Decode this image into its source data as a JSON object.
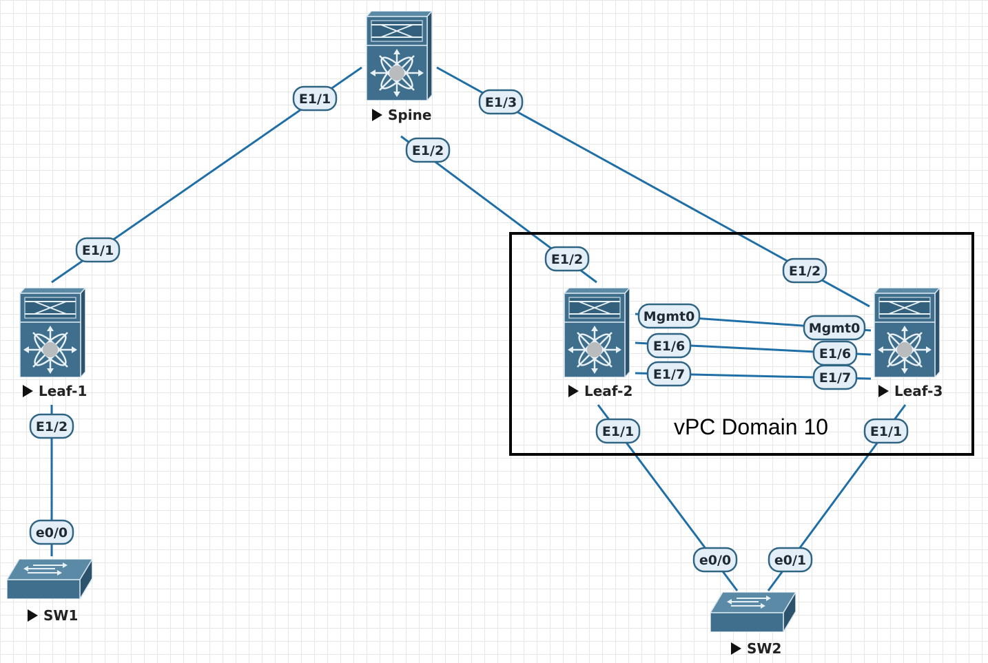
{
  "domain": {
    "label": "vPC Domain 10"
  },
  "nodes": [
    {
      "id": "spine",
      "label": "Spine",
      "type": "nexus"
    },
    {
      "id": "leaf1",
      "label": "Leaf-1",
      "type": "nexus"
    },
    {
      "id": "leaf2",
      "label": "Leaf-2",
      "type": "nexus"
    },
    {
      "id": "leaf3",
      "label": "Leaf-3",
      "type": "nexus"
    },
    {
      "id": "sw1",
      "label": "SW1",
      "type": "l2switch"
    },
    {
      "id": "sw2",
      "label": "SW2",
      "type": "l2switch"
    }
  ],
  "links": [
    {
      "id": "spine-leaf1",
      "from": "spine",
      "to": "leaf1",
      "ports": [
        "E1/1",
        "E1/1"
      ]
    },
    {
      "id": "spine-leaf2",
      "from": "spine",
      "to": "leaf2",
      "ports": [
        "E1/2",
        "E1/2"
      ]
    },
    {
      "id": "spine-leaf3",
      "from": "spine",
      "to": "leaf3",
      "ports": [
        "E1/3",
        "E1/2"
      ]
    },
    {
      "id": "leaf1-sw1",
      "from": "leaf1",
      "to": "sw1",
      "ports": [
        "E1/2",
        "e0/0"
      ]
    },
    {
      "id": "leaf2-leaf3-mgmt",
      "from": "leaf2",
      "to": "leaf3",
      "ports": [
        "Mgmt0",
        "Mgmt0"
      ]
    },
    {
      "id": "leaf2-leaf3-e16",
      "from": "leaf2",
      "to": "leaf3",
      "ports": [
        "E1/6",
        "E1/6"
      ]
    },
    {
      "id": "leaf2-leaf3-e17",
      "from": "leaf2",
      "to": "leaf3",
      "ports": [
        "E1/7",
        "E1/7"
      ]
    },
    {
      "id": "leaf2-sw2",
      "from": "leaf2",
      "to": "sw2",
      "ports": [
        "E1/1",
        "e0/0"
      ]
    },
    {
      "id": "leaf3-sw2",
      "from": "leaf3",
      "to": "sw2",
      "ports": [
        "E1/1",
        "e0/1"
      ]
    }
  ],
  "colors": {
    "link": "#1f6fa6",
    "device_body": "#3f6f8c",
    "device_dark": "#2c536b",
    "device_light": "#5a8aa6",
    "port_fill": "#e4eef7",
    "port_stroke": "#2f6483"
  }
}
